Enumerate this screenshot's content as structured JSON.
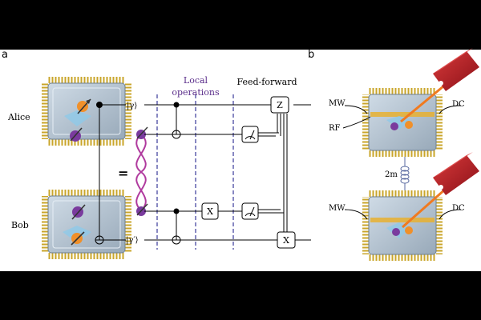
{
  "panels": {
    "a": {
      "label": "a",
      "alice": "Alice",
      "bob": "Bob",
      "equals": "=",
      "ket_gamma": "|γ⟩",
      "ket_gamma_prime": "|γ′⟩",
      "local_ops_line1": "Local",
      "local_ops_line2": "operations",
      "feed_forward": "Feed-forward",
      "gate_z": "Z",
      "gate_x_mid": "X",
      "gate_x_bottom": "X"
    },
    "b": {
      "label": "b",
      "top_left_mw": "MW",
      "top_left_rf": "RF",
      "top_right_dc": "DC",
      "coupler_label": "2m",
      "bottom_left_mw": "MW",
      "bottom_right_dc": "DC"
    }
  },
  "colors": {
    "band": "#000000",
    "panel_bg": "#ffffff",
    "chip_face": "#b8c6d3",
    "chip_pin": "#c9a52a",
    "orange_spin": "#f0902a",
    "purple_spin": "#7a3b9e",
    "entangle": "#b03a9e",
    "local_ops_text": "#5a2d8a",
    "dashed_line": "#3a3a9a",
    "laser_red": "#b8202a",
    "beam": "#f07a20",
    "gold_band": "#e8b030"
  }
}
